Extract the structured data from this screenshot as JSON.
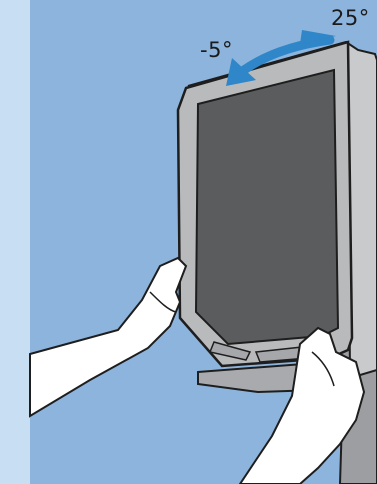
{
  "tilt": {
    "forward_label": "-5°",
    "backward_label": "25°"
  },
  "colors": {
    "background_panel": "#8cb4dc",
    "side_strip": "#c8def2",
    "arrow": "#2f86c9",
    "bezel": "#b7b8ba",
    "screen": "#5a5a5c",
    "outline": "#1e1e1e",
    "hand": "#ffffff"
  },
  "icons": [
    "tilt-arrow-icon",
    "monitor-illustration",
    "left-hand",
    "right-hand"
  ]
}
